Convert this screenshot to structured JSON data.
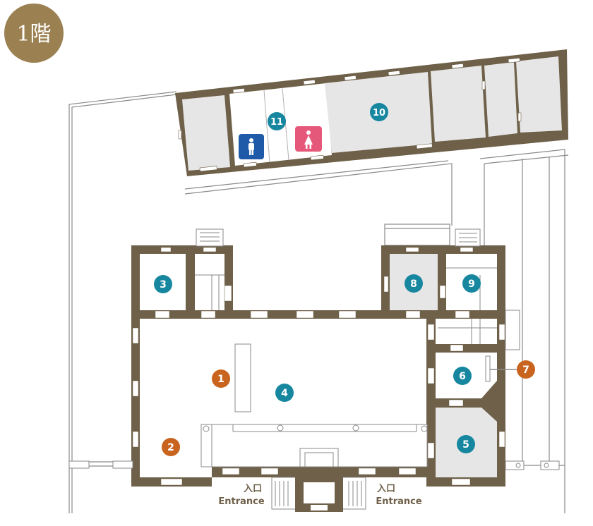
{
  "floor_badge": {
    "label": "1階"
  },
  "markers": [
    {
      "id": "m1",
      "num": "1",
      "color": "#c8641e"
    },
    {
      "id": "m2",
      "num": "2",
      "color": "#c8641e"
    },
    {
      "id": "m3",
      "num": "3",
      "color": "#1787a0"
    },
    {
      "id": "m4",
      "num": "4",
      "color": "#1787a0"
    },
    {
      "id": "m5",
      "num": "5",
      "color": "#1787a0"
    },
    {
      "id": "m6",
      "num": "6",
      "color": "#1787a0"
    },
    {
      "id": "m7",
      "num": "7",
      "color": "#c8641e"
    },
    {
      "id": "m8",
      "num": "8",
      "color": "#1787a0"
    },
    {
      "id": "m9",
      "num": "9",
      "color": "#1787a0"
    },
    {
      "id": "m10",
      "num": "10",
      "color": "#1787a0"
    },
    {
      "id": "m11",
      "num": "11",
      "color": "#1787a0"
    }
  ],
  "entrances": {
    "left": {
      "jp": "入口",
      "en": "Entrance"
    },
    "right": {
      "jp": "入口",
      "en": "Entrance"
    }
  },
  "restrooms": {
    "men": {
      "icon": "men-restroom-icon",
      "color": "#1f5aa8"
    },
    "women": {
      "icon": "women-restroom-icon",
      "color": "#e5587a"
    }
  },
  "colors": {
    "wall": "#6e6049",
    "room_gray": "#e6e6e6",
    "badge": "#9b8151",
    "line": "#8a8a8a"
  }
}
